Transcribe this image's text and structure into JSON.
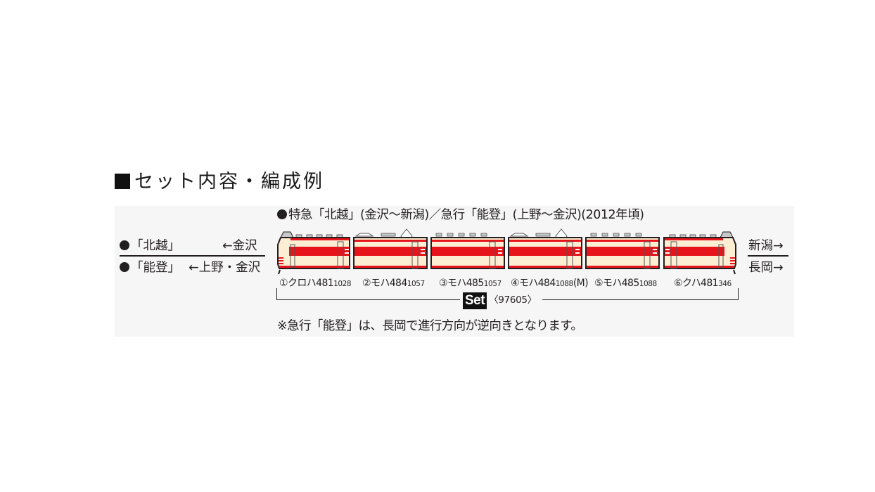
{
  "heading": {
    "label": "セット内容・編成例"
  },
  "formation": {
    "title": "特急「北越」(金沢〜新潟)／急行「能登」(上野〜金沢)(2012年頃)",
    "routes_left": [
      {
        "name": "「北越」",
        "direction": "←金沢"
      },
      {
        "name": "「能登」",
        "direction": "←上野・金沢"
      }
    ],
    "routes_right": [
      {
        "direction": "新潟→"
      },
      {
        "direction": "長岡→"
      }
    ],
    "cars": [
      {
        "index": "①",
        "type": "クロハ481",
        "number": "1028",
        "suffix": "",
        "kind": "cab-left"
      },
      {
        "index": "②",
        "type": "モハ484",
        "number": "1057",
        "suffix": "",
        "kind": "motor-pantograph"
      },
      {
        "index": "③",
        "type": "モハ485",
        "number": "1057",
        "suffix": "",
        "kind": "motor"
      },
      {
        "index": "④",
        "type": "モハ484",
        "number": "1088",
        "suffix": "(M)",
        "kind": "motor-pantograph"
      },
      {
        "index": "⑤",
        "type": "モハ485",
        "number": "1088",
        "suffix": "",
        "kind": "motor"
      },
      {
        "index": "⑥",
        "type": "クハ481",
        "number": "346",
        "suffix": "",
        "kind": "cab-right"
      }
    ],
    "set": {
      "badge": "Set",
      "product_number": "〈97605〉"
    },
    "note": "※急行「能登」は、長岡で進行方向が逆向きとなります。"
  },
  "colors": {
    "livery_cream": "#fbeed3",
    "livery_red": "#e8141c",
    "outline": "#231f20",
    "panel_bg": "#f6f6f6",
    "roof_grey": "#c8c8c8"
  }
}
